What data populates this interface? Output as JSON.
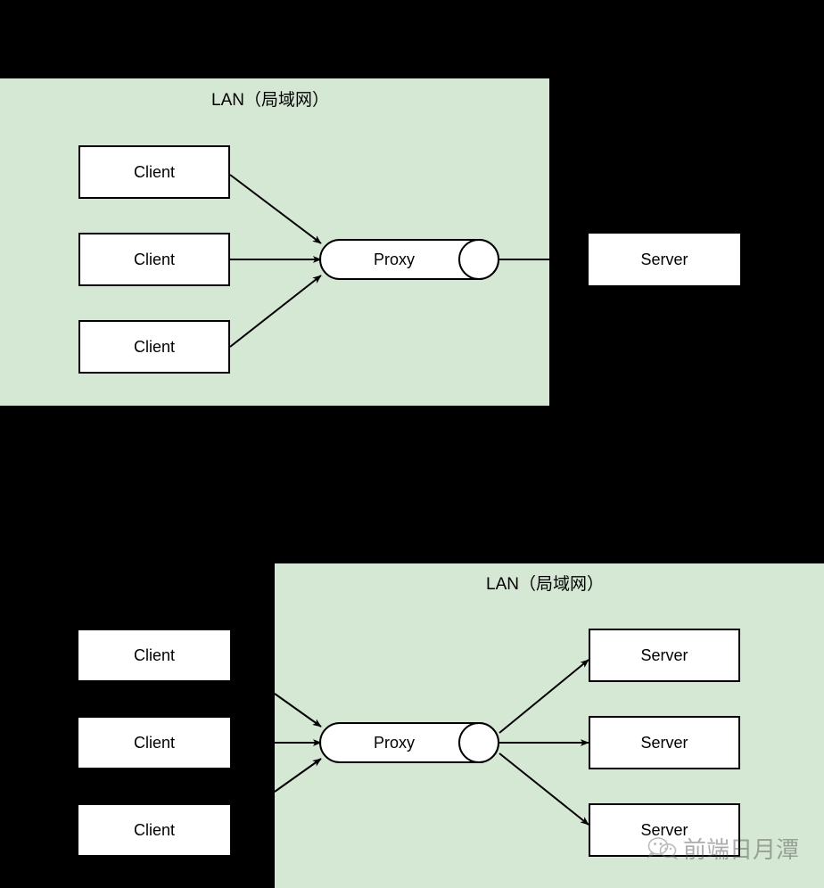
{
  "diagram": {
    "title_top": "LAN（局域网）",
    "title_bottom": "LAN（局域网）",
    "colors": {
      "lan_fill": "#d5e8d4",
      "background": "#000000",
      "node_fill": "#ffffff",
      "stroke": "#000000"
    }
  },
  "top_diagram": {
    "lan_label": "LAN（局域网）",
    "clients": [
      {
        "label": "Client"
      },
      {
        "label": "Client"
      },
      {
        "label": "Client"
      }
    ],
    "proxy": {
      "label": "Proxy"
    },
    "servers": [
      {
        "label": "Server"
      }
    ]
  },
  "bottom_diagram": {
    "lan_label": "LAN（局域网）",
    "clients": [
      {
        "label": "Client"
      },
      {
        "label": "Client"
      },
      {
        "label": "Client"
      }
    ],
    "proxy": {
      "label": "Proxy"
    },
    "servers": [
      {
        "label": "Server"
      },
      {
        "label": "Server"
      },
      {
        "label": "Server"
      }
    ]
  },
  "watermark": {
    "text": "前端日月潭",
    "icon": "wechat-icon"
  }
}
